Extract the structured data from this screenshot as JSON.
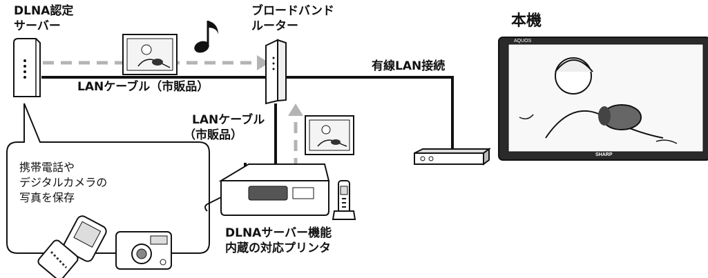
{
  "labels": {
    "dlna_server_line1": "DLNA認定",
    "dlna_server_line2": "サーバー",
    "router_line1": "ブロードバンド",
    "router_line2": "ルーター",
    "main_unit": "本機",
    "wired_lan": "有線LAN接続",
    "lan_cable_top": "LANケーブル（市販品）",
    "lan_cable_mid_line1": "LANケーブル",
    "lan_cable_mid_line2": "（市販品）",
    "bubble_line1": "携帯電話や",
    "bubble_line2": "デジタルカメラの",
    "bubble_line3": "写真を保存",
    "printer_line1": "DLNAサーバー機能",
    "printer_line2": "内蔵の対応プリンタ",
    "tv_brand": "AQUOS",
    "tv_maker": "SHARP"
  },
  "icons": {
    "music": "music-note-icon",
    "photo": "photo-icon",
    "server": "dlna-server-icon",
    "router": "router-icon",
    "tv": "tv-icon",
    "set_top": "set-top-box-icon",
    "printer": "printer-icon",
    "phone": "cordless-phone-icon",
    "mobile": "mobile-phone-icon",
    "camera": "digital-camera-icon"
  },
  "colors": {
    "cable": "#111111",
    "dashed_arrow": "#b4b4b4",
    "device_fill": "#ffffff",
    "tv_frame": "#2a2a2a"
  }
}
